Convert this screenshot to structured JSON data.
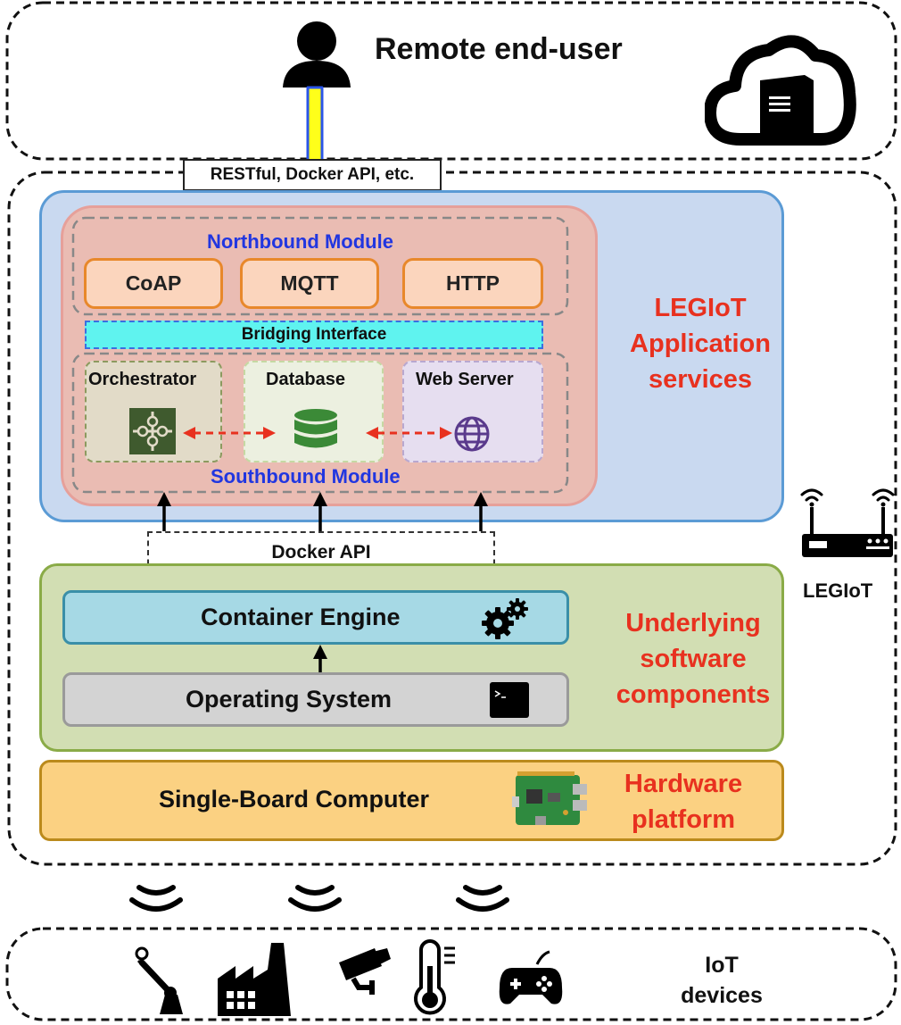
{
  "remote": {
    "title": "Remote end-user",
    "icons": [
      "user-icon",
      "cloud-server-icon"
    ],
    "api_label": "RESTful, Docker API, etc."
  },
  "application_services": {
    "label": "LEGIoT\nApplication\nservices",
    "northbound": {
      "title": "Northbound Module",
      "protocols": [
        "CoAP",
        "MQTT",
        "HTTP"
      ]
    },
    "bridging": "Bridging Interface",
    "southbound": {
      "title": "Southbound Module",
      "components": [
        "Orchestrator",
        "Database",
        "Web Server"
      ],
      "icons": [
        "puzzle-icon",
        "database-icon",
        "globe-icon"
      ]
    }
  },
  "docker_api": "Docker API",
  "underlying": {
    "label": "Underlying\nsoftware\ncomponents",
    "container_engine": "Container Engine",
    "operating_system": "Operating System",
    "icons": [
      "gears-icon",
      "terminal-icon"
    ]
  },
  "hardware": {
    "label": "Hardware\nplatform",
    "board": "Single-Board Computer",
    "icons": [
      "circuit-board-icon"
    ]
  },
  "legiot_device": {
    "label": "LEGIoT",
    "icons": [
      "router-icon"
    ]
  },
  "iot": {
    "label": "IoT\ndevices",
    "icons": [
      "wireless-signal-icon",
      "robot-arm-icon",
      "factory-icon",
      "security-camera-icon",
      "thermometer-icon",
      "gamepad-icon"
    ]
  },
  "colors": {
    "app_bg": "#c9d9f0",
    "app_border": "#5b9bd5",
    "module_bg": "#eabcb3",
    "bridge": "#5ff3ef",
    "underlying_bg": "#d2deb3",
    "underlying_border": "#8aab47",
    "engine_bg": "#a6d9e5",
    "os_bg": "#d3d3d3",
    "hardware_bg": "#fbd182",
    "hardware_border": "#bb8a1c",
    "red_label": "#e8311f",
    "blue_title": "#2136e0"
  }
}
